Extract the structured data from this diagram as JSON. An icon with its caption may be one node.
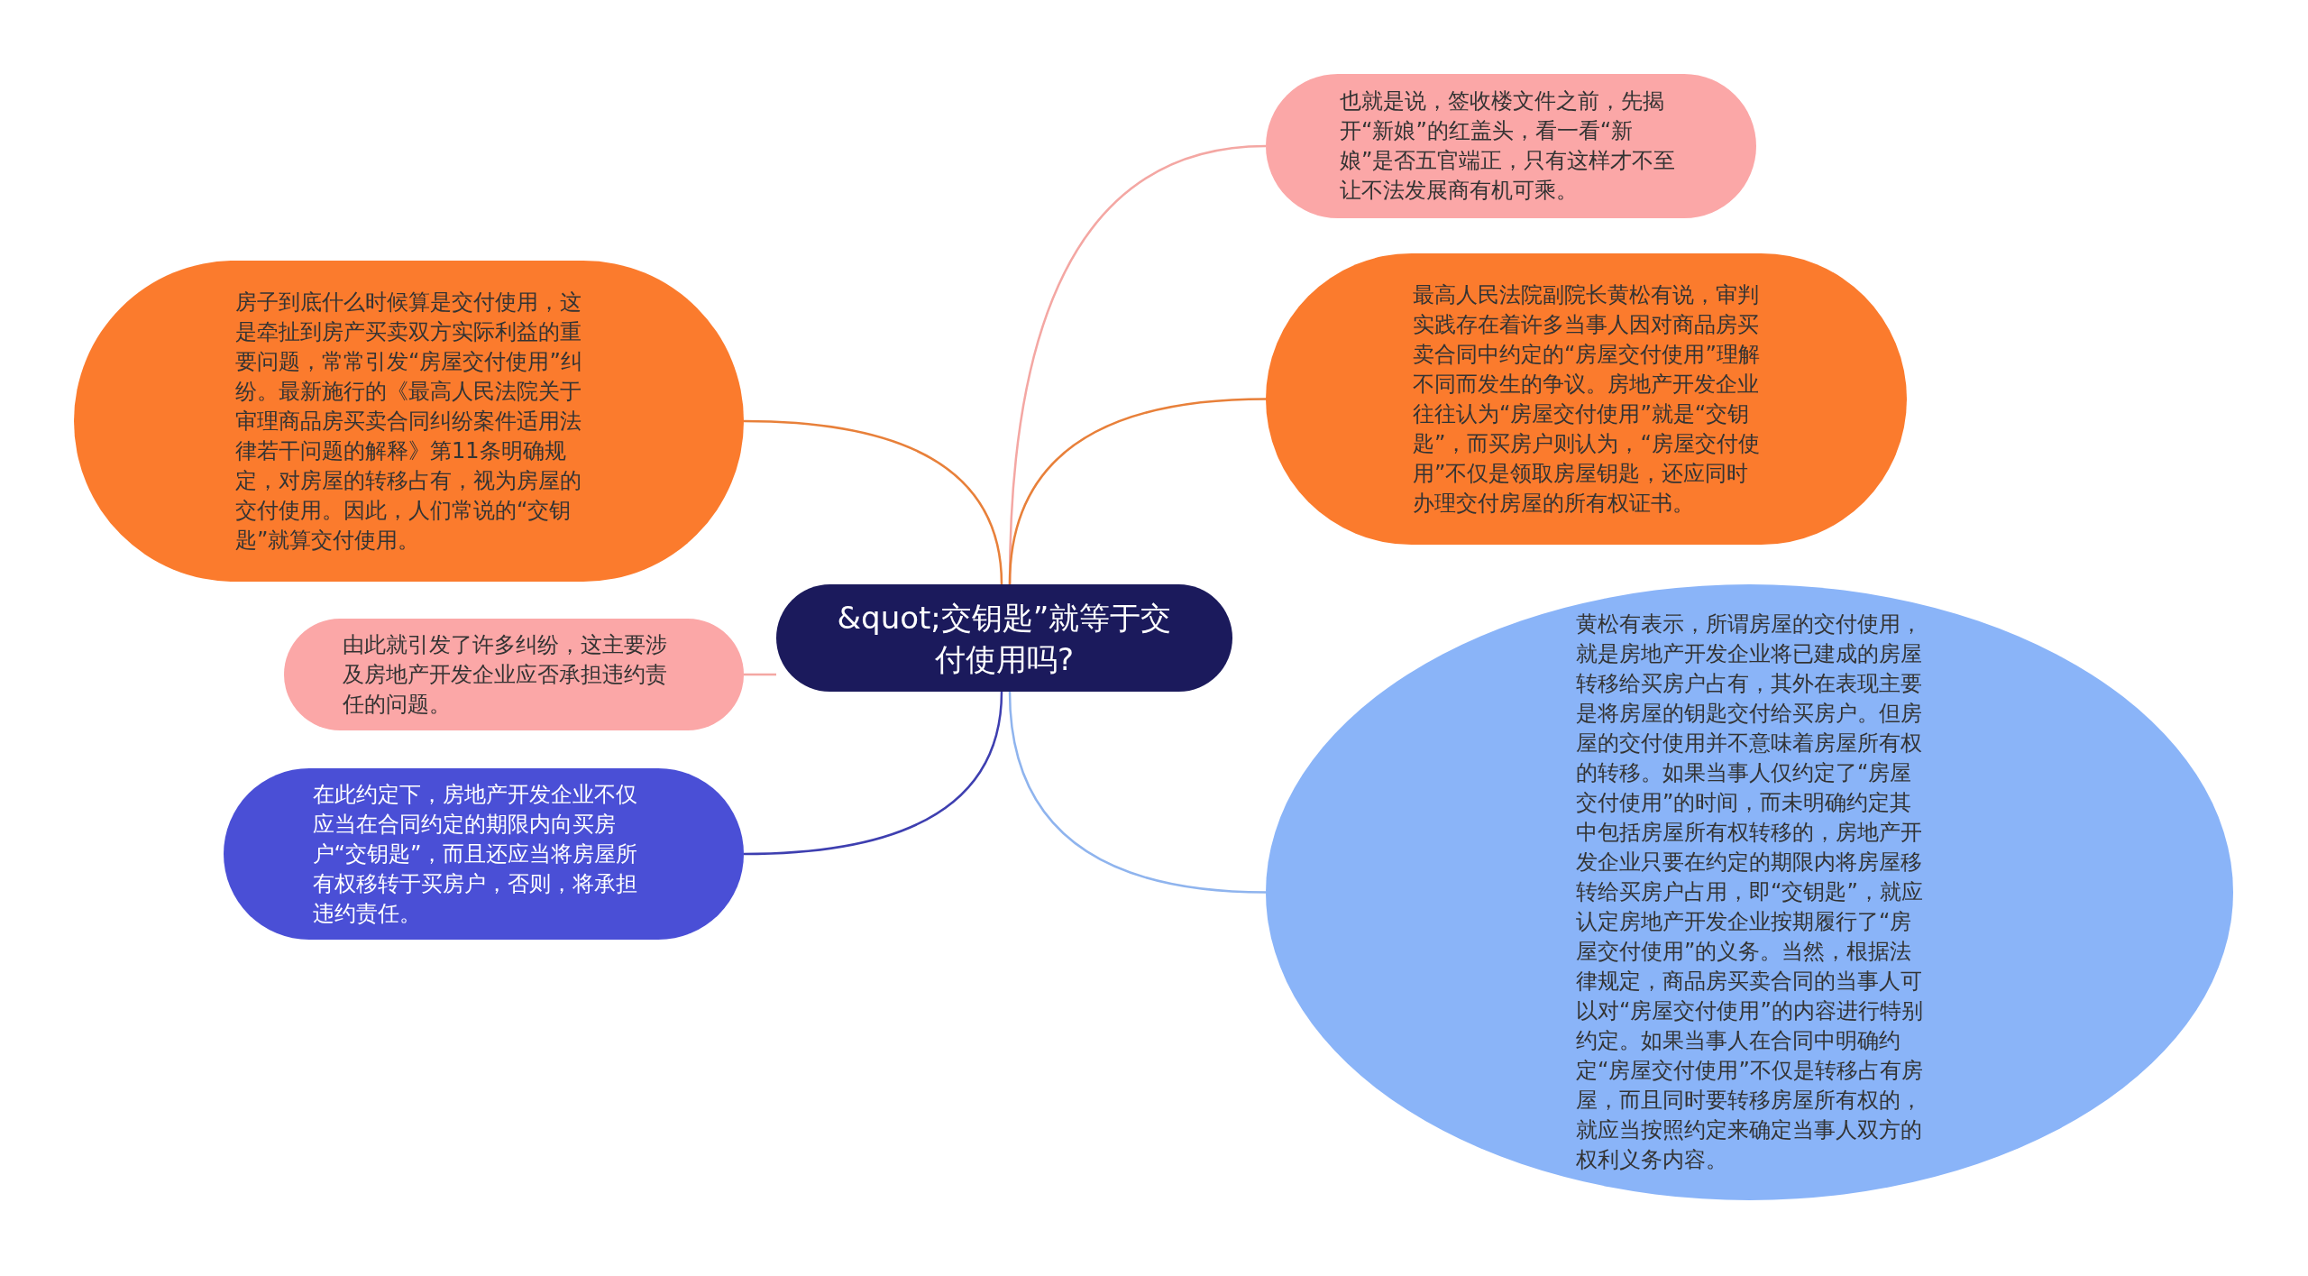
{
  "diagram": {
    "nodes": [
      {
        "text": [
          "&quot;交钥匙”就等于交付使用吗?"
        ]
      },
      {
        "text": [
          "房子到底什么时候算是交付使用，这是牵扯到房产买卖双方实际利益的重要问题，常常引发“房屋交付使用”纠纷。最新施行的《最高人民法院关于审理商品房买卖合同纠纷案件适用法律若干问题的解释》第11条明确规定，对房屋的转移占有，视为房屋的交付使用。因此，人们常说的“交钥匙”就算交付使用。"
        ]
      },
      {
        "text": [
          "由此就引发了许多纠纷，这主要涉及房地产开发企业应否承担违约责任的问题。"
        ]
      },
      {
        "text": [
          "在此约定下，房地产开发企业不仅应当在合同约定的期限内向买房户“交钥匙”，而且还应当将房屋所有权移转于买房户，否则，将承担违约责任。"
        ]
      },
      {
        "text": [
          "也就是说，签收楼文件之前，先揭开“新娘”的红盖头，看一看“新娘”是否五官端正，只有这样才不至让不法发展商有机可乘。"
        ]
      },
      {
        "text": [
          "最高人民法院副院长黄松有说，审判实践存在着许多当事人因对商品房买卖合同中约定的“房屋交付使用”理解不同而发生的争议。房地产开发企业往往认为“房屋交付使用”就是“交钥匙”，而买房户则认为，“房屋交付使用”不仅是领取房屋钥匙，还应同时办理交付房屋的所有权证书。"
        ]
      },
      {
        "text": [
          "黄松有表示，所谓房屋的交付使用，就是房地产开发企业将已建成的房屋转移给买房户占有，其外在表现主要是将房屋的钥匙交付给买房户。但房屋的交付使用并不意味着房屋所有权的转移。如果当事人仅约定了“房屋交付使用”的时间，而未明确约定其中包括房屋所有权转移的，房地产开发企业只要在约定的期限内将房屋移转给买房户占用，即“交钥匙”，就应认定房地产开发企业按期履行了“房屋交付使用”的义务。当然，根据法律规定，商品房买卖合同的当事人可以对“房屋交付使用”的内容进行特别约定。如果当事人在合同中明确约定“房屋交付使用”不仅是转移占有房屋，而且同时要转移房屋所有权的，就应当按照约定来确定当事人双方的权利义务内容。"
        ]
      }
    ],
    "edges": [
      {
        "from": 0,
        "to": 1,
        "arrow": "none",
        "color": "#e8803a"
      },
      {
        "from": 0,
        "to": 2,
        "arrow": "none",
        "color": "#f4a7a3"
      },
      {
        "from": 0,
        "to": 3,
        "arrow": "none",
        "color": "#3e3fb0"
      },
      {
        "from": 0,
        "to": 4,
        "arrow": "none",
        "color": "#f4a7a3"
      },
      {
        "from": 0,
        "to": 5,
        "arrow": "none",
        "color": "#e8803a"
      },
      {
        "from": 0,
        "to": 6,
        "arrow": "none",
        "color": "#8fb4ee"
      }
    ]
  }
}
